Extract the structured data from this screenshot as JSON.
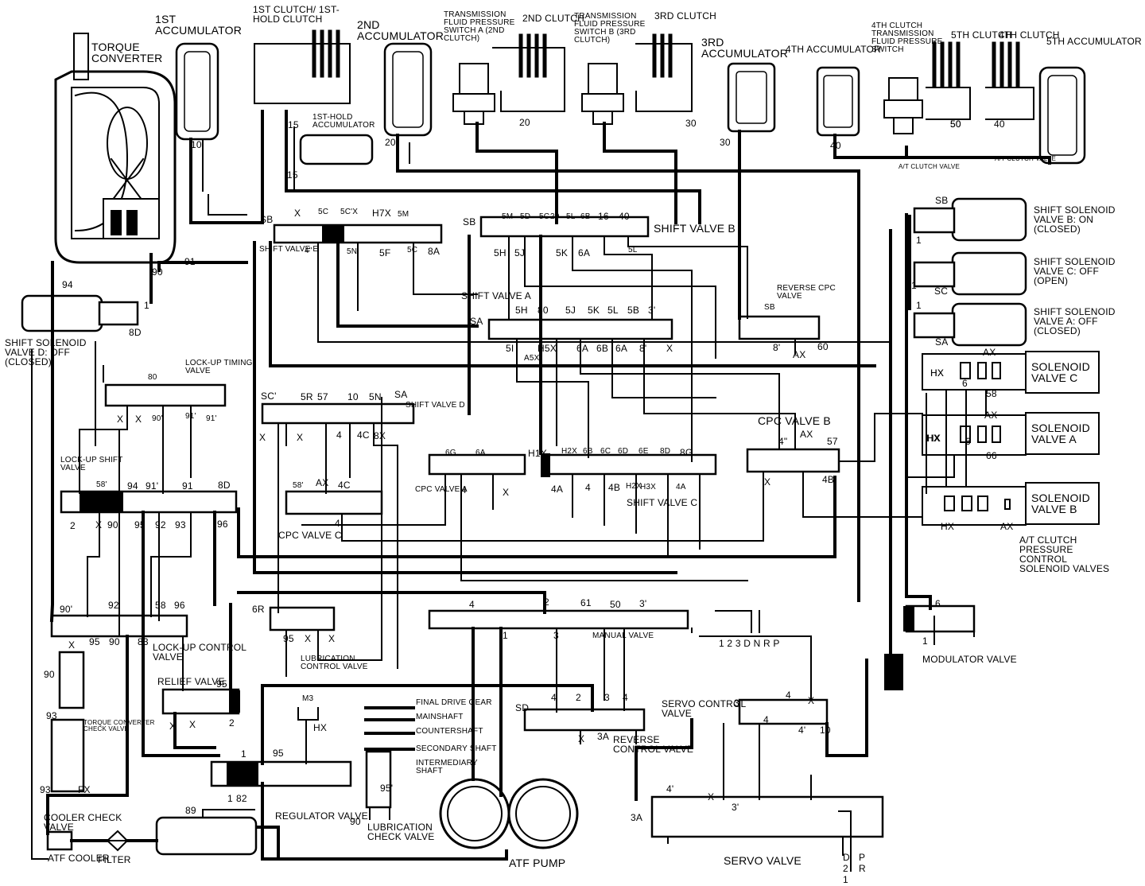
{
  "labels": [
    "TORQUE CONVERTER",
    "1ST ACCUMULATOR",
    "1ST CLUTCH/ 1ST-HOLD CLUTCH",
    "2ND ACCUMULATOR",
    "TRANSMISSION FLUID PRESSURE SWITCH A (2ND CLUTCH)",
    "2ND CLUTCH",
    "TRANSMISSION FLUID PRESSURE SWITCH B (3RD CLUTCH)",
    "3RD CLUTCH",
    "3RD ACCUMULATOR",
    "4TH ACCUMULATOR",
    "4TH CLUTCH TRANSMISSION FLUID PRESSURE SWITCH",
    "5TH CLUTCH",
    "4TH CLUTCH",
    "5TH ACCUMULATOR",
    "1ST-HOLD ACCUMULATOR",
    "SHIFT VALVE E",
    "SHIFT VALVE B",
    "SHIFT VALVE A",
    "REVERSE CPC VALVE",
    "SHIFT SOLENOID VALVE D: OFF (CLOSED)",
    "SHIFT SOLENOID VALVE B: ON (CLOSED)",
    "SHIFT SOLENOID VALVE C: OFF (OPEN)",
    "SHIFT SOLENOID VALVE A: OFF (CLOSED)",
    "SOLENOID VALVE C",
    "SOLENOID VALVE A",
    "SOLENOID VALVE B",
    "A/T CLUTCH PRESSURE CONTROL SOLENOID VALVES",
    "LOCK-UP TIMING VALVE",
    "LOCK-UP SHIFT VALVE",
    "SHIFT VALVE D",
    "CPC VALVE B",
    "CPC VALVE A",
    "SHIFT VALVE C",
    "CPC VALVE C",
    "LOCK-UP CONTROL VALVE",
    "RELIEF VALVE",
    "LUBRICATION CONTROL VALVE",
    "MANUAL VALVE",
    "MODULATOR VALVE",
    "TORQUE CONVERTER CHECK VALVE",
    "FINAL DRIVE GEAR",
    "MAINSHAFT",
    "COUNTERSHAFT",
    "SECONDARY SHAFT",
    "INTERMEDIARY SHAFT",
    "SERVO CONTROL VALVE",
    "REVERSE CONTROL VALVE",
    "COOLER CHECK VALVE",
    "ATF COOLER",
    "FILTER",
    "REGULATOR VALVE",
    "LUBRICATION CHECK VALVE",
    "ATF PUMP",
    "SERVO VALVE",
    "A/T CLUTCH VALVE",
    "A/T CLUTCH VALVE",
    "10",
    "15",
    "15",
    "20",
    "20",
    "30",
    "30",
    "40",
    "50",
    "50",
    "40",
    "91",
    "90",
    "94",
    "1",
    "8D",
    "SB",
    "X",
    "5C",
    "5C'X",
    "H7X",
    "5M",
    "SB",
    "5M",
    "5D",
    "5C",
    "20",
    "5L",
    "6B",
    "16",
    "40",
    "4\"",
    "5N",
    "5F",
    "5C",
    "8A",
    "5H",
    "5J",
    "5K",
    "6A",
    "5L",
    "5H",
    "80",
    "5J",
    "5K",
    "5L",
    "5B",
    "3'",
    "SA",
    "5I",
    "H5X",
    "A5X",
    "6A",
    "6B",
    "6A",
    "8'",
    "X",
    "SB",
    "8'",
    "AX",
    "60",
    "SB",
    "1",
    "1",
    "SC",
    "1",
    "SA",
    "HX",
    "AX",
    "HX",
    "6",
    "58",
    "HX",
    "AX",
    "HX",
    "6",
    "66",
    "HX",
    "AX",
    "80",
    "90'",
    "91'",
    "91'",
    "58'",
    "X",
    "X",
    "SC'",
    "5R",
    "57",
    "10",
    "5N",
    "SA",
    "X",
    "X",
    "4",
    "4C",
    "8X",
    "4\"",
    "AX",
    "57",
    "X",
    "4B",
    "6G",
    "6A",
    "H2X",
    "6B",
    "6C",
    "6D",
    "6E",
    "8D",
    "8G",
    "H1X",
    "4A",
    "4",
    "4B",
    "H2X",
    "H3X",
    "4A",
    "4",
    "58'",
    "AX",
    "4C",
    "4",
    "X",
    "94",
    "91'",
    "91",
    "8D",
    "2",
    "X",
    "90",
    "95",
    "92",
    "93",
    "96",
    "90'",
    "92",
    "58",
    "96",
    "X",
    "95",
    "90",
    "83",
    "4",
    "2",
    "61",
    "50",
    "3'",
    "1",
    "3",
    "1 2 3 D N R P",
    "6R",
    "95",
    "X",
    "X",
    "95",
    "X",
    "X",
    "2",
    "90",
    "93",
    "93'",
    "FX",
    "89",
    "M3",
    "HX",
    "1",
    "1",
    "82",
    "95",
    "95'",
    "90",
    "SD",
    "4",
    "2",
    "3",
    "4",
    "X",
    "3A",
    "3",
    "4",
    "X",
    "4",
    "4'",
    "10",
    "4'",
    "X",
    "3'",
    "3A",
    "D",
    "2",
    "1",
    "P",
    "R",
    "6",
    "1"
  ],
  "legend": {
    "solenoid_c_title": "SOLENOID VALVE C",
    "solenoid_a_title": "SOLENOID VALVE A",
    "solenoid_b_title": "SOLENOID VALVE B"
  }
}
